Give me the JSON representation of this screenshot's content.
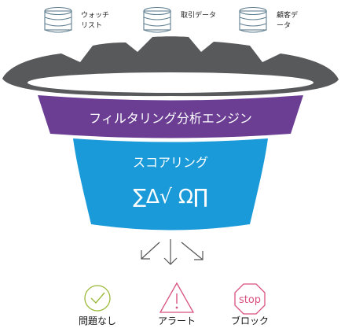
{
  "sources": [
    {
      "icon": "database-icon",
      "lines": [
        "ウォッチ",
        "リスト"
      ]
    },
    {
      "icon": "database-icon",
      "lines": [
        "取引データ"
      ]
    },
    {
      "icon": "database-icon",
      "lines": [
        "顧客デ",
        "ータ"
      ]
    }
  ],
  "filter": {
    "label": "フィルタリング分析エンジン",
    "color": "#6b3e93"
  },
  "scoring": {
    "label": "スコアリング",
    "symbols": "∑Δ√ Ω∏",
    "color": "#1a9ad8"
  },
  "funnel": {
    "rim_color": "#58595b"
  },
  "outcomes": [
    {
      "icon": "check-circle-icon",
      "label": "問題なし",
      "color": "#9bb93a"
    },
    {
      "icon": "warning-triangle-icon",
      "label": "アラート",
      "color": "#d8527f"
    },
    {
      "icon": "stop-octagon-icon",
      "label": "ブロック",
      "color": "#d8527f",
      "sign_text": "stop"
    }
  ]
}
